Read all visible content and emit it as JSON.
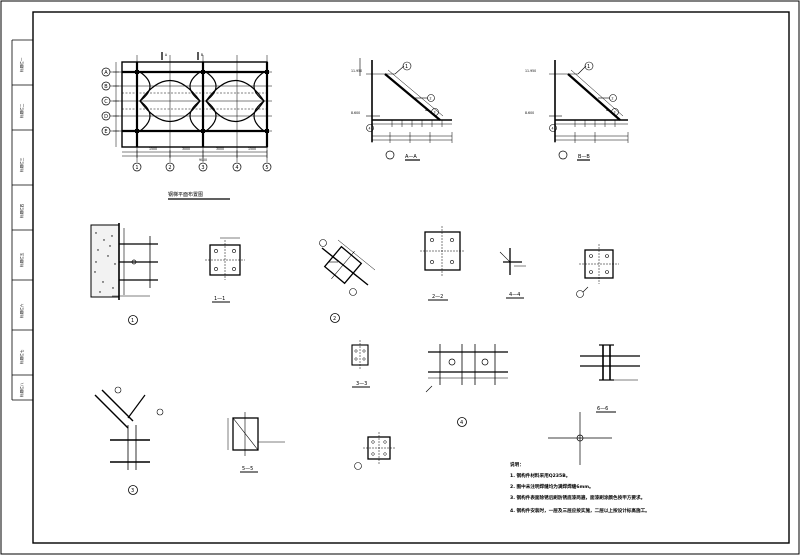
{
  "sheet": {
    "side_titles": [
      "标题栏一",
      "标题栏二",
      "标题栏三",
      "标题栏四",
      "标题栏五",
      "标题栏六",
      "标题栏七",
      "标题栏八"
    ]
  },
  "plan": {
    "title": "钢梯平面布置图",
    "row_axes": [
      "A",
      "B",
      "C",
      "D",
      "E"
    ],
    "col_axes": [
      "1",
      "2",
      "3",
      "4",
      "5"
    ],
    "top_marks": [
      "A",
      "B"
    ],
    "bottom_dims": [
      "1500",
      "3000",
      "3000",
      "1500"
    ],
    "total_dim": "9000"
  },
  "elevations": [
    {
      "id": "A-A",
      "caption": "A—A",
      "levels": [
        "11.950",
        "8.600"
      ],
      "bubbles": [
        "1",
        "2",
        "3",
        "4"
      ]
    },
    {
      "id": "B-B",
      "caption": "B—B",
      "levels": [
        "11.950",
        "8.600"
      ],
      "bubbles": [
        "1",
        "2",
        "3",
        "4"
      ]
    }
  ],
  "details": {
    "d1": "1",
    "d2": "2",
    "d3": "3",
    "d4": "4",
    "s1": "1—1",
    "s2": "2—2",
    "s3": "3—3",
    "s4": "4—4",
    "s5": "5—5",
    "s6": "6—6"
  },
  "notes": {
    "heading": "说明：",
    "items": [
      "1. 钢构件材料采用Q235B。",
      "2. 图中未注明焊缝均为满焊焊缝6mm。",
      "3. 钢构件表面除锈后刷防锈底漆两遍，面漆刷涂颜色按甲方要求。",
      "4. 钢构件安装时，一层及三层应按实施，二层以上按设计标高施工。"
    ]
  }
}
